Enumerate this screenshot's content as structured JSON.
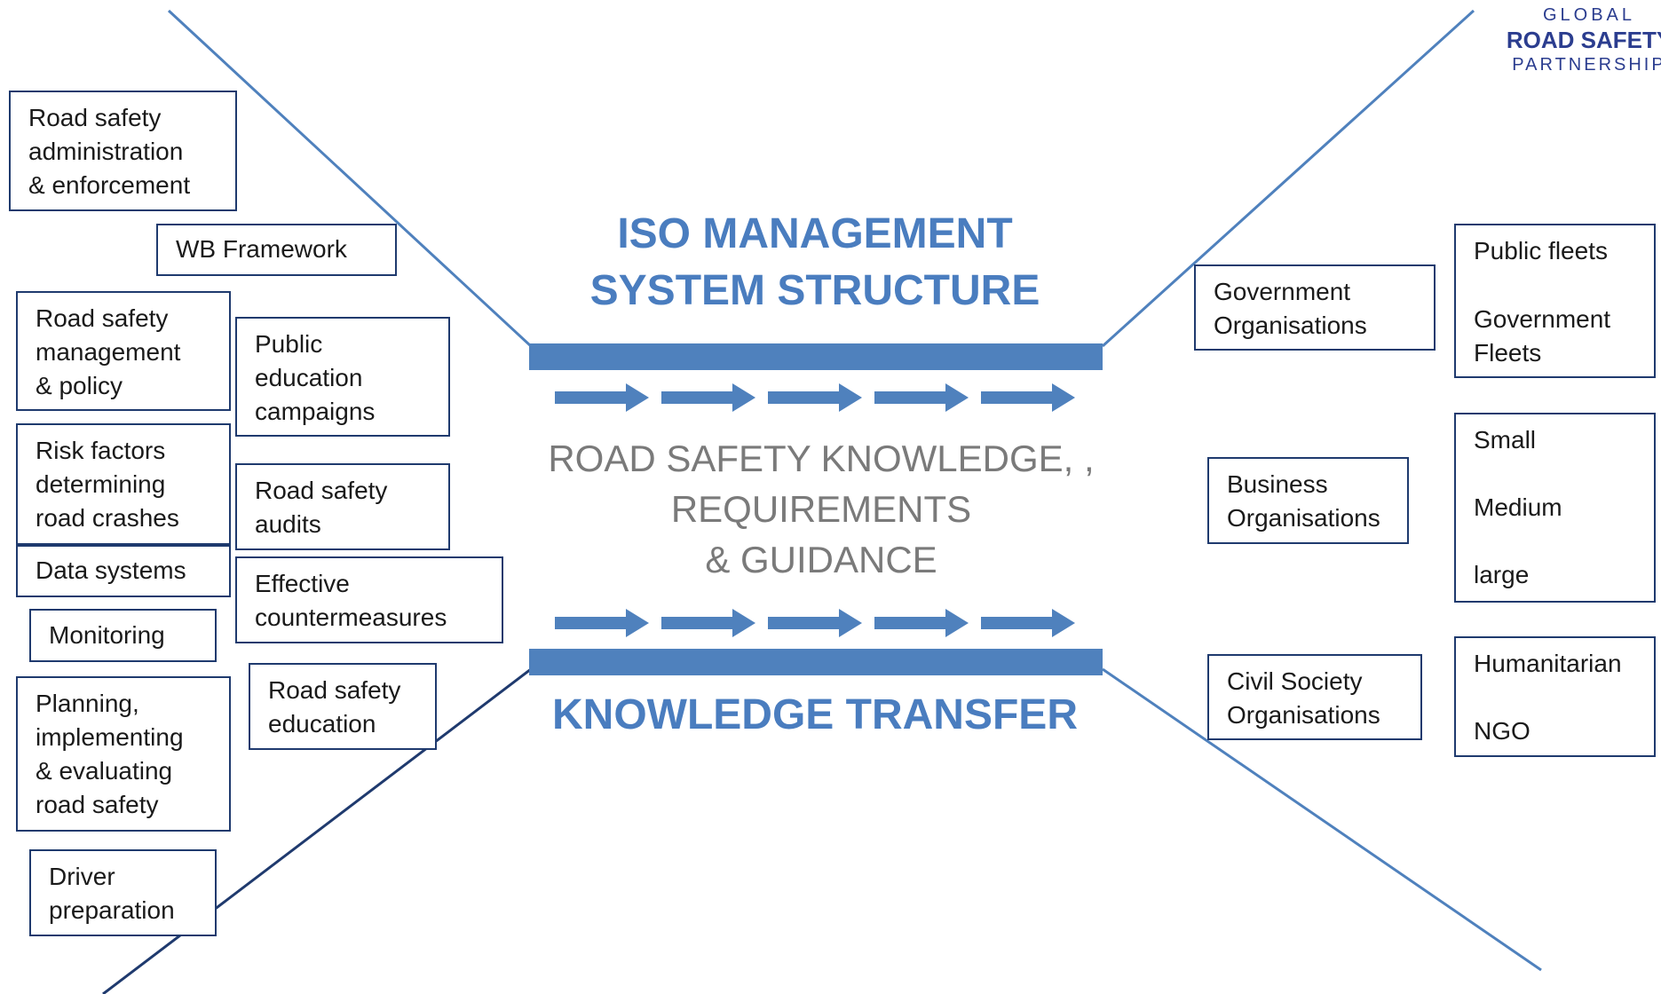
{
  "logo": {
    "line1": "GLOBAL",
    "line2": "ROAD SAFETY",
    "line3": "PARTNERSHIP"
  },
  "center": {
    "title_top": [
      "ISO MANAGEMENT",
      "SYSTEM STRUCTURE"
    ],
    "knowledge": [
      "ROAD SAFETY KNOWLEDGE, ,",
      "REQUIREMENTS",
      "& GUIDANCE"
    ],
    "title_bottom": "KNOWLEDGE TRANSFER"
  },
  "left_boxes": [
    [
      "Road safety",
      "administration",
      "& enforcement"
    ],
    [
      "WB Framework"
    ],
    [
      "Road safety",
      "management",
      "& policy"
    ],
    [
      "Public",
      "education",
      "campaigns"
    ],
    [
      "Risk factors",
      "determining",
      "road crashes"
    ],
    [
      "Road safety",
      "audits"
    ],
    [
      "Data systems"
    ],
    [
      "Effective",
      "countermeasures"
    ],
    [
      "Monitoring"
    ],
    [
      "Road safety",
      "education"
    ],
    [
      "Planning,",
      "implementing",
      "& evaluating",
      "road safety"
    ],
    [
      "Driver",
      "preparation"
    ]
  ],
  "org_boxes": [
    [
      "Government",
      "Organisations"
    ],
    [
      "Business",
      "Organisations"
    ],
    [
      "Civil Society",
      "Organisations"
    ]
  ],
  "category_boxes": [
    [
      "Public fleets",
      "Government",
      "Fleets"
    ],
    [
      "Small",
      "Medium",
      "large"
    ],
    [
      "Humanitarian",
      "NGO"
    ]
  ],
  "colors": {
    "accent": "#4f81bd",
    "title": "#4a7dbf",
    "box_border": "#1f3a6e",
    "gray_text": "#7a7a7a"
  }
}
